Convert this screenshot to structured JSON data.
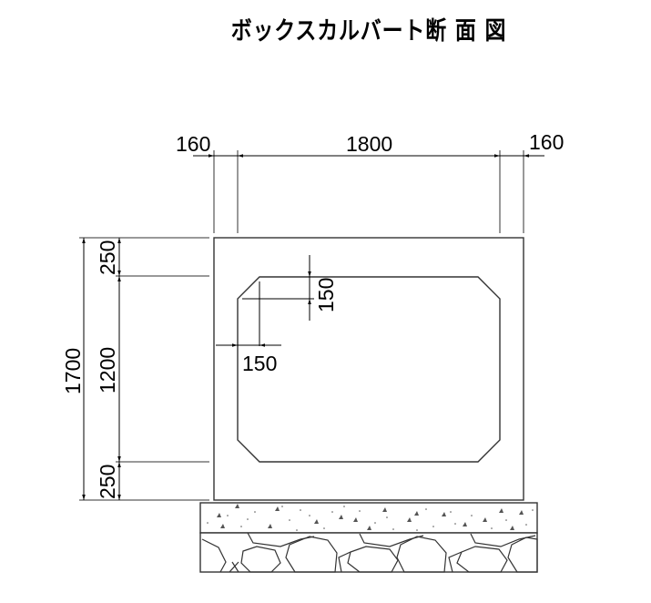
{
  "title": "ボックスカルバート断 面 図",
  "dimensions": {
    "top": {
      "left_wall": "160",
      "inner_width": "1800",
      "right_wall": "160"
    },
    "left": {
      "total_height": "1700",
      "top_slab": "250",
      "inner_height": "1200",
      "bottom_slab": "250"
    },
    "haunch": {
      "vertical": "150",
      "horizontal": "150"
    }
  },
  "layers": {
    "foundation_concrete": "leveling concrete (stippled hatch)",
    "base_course": "crushed stone (rubble hatch)"
  },
  "colors": {
    "line": "#000000",
    "outline": "#333333",
    "background": "#ffffff"
  }
}
